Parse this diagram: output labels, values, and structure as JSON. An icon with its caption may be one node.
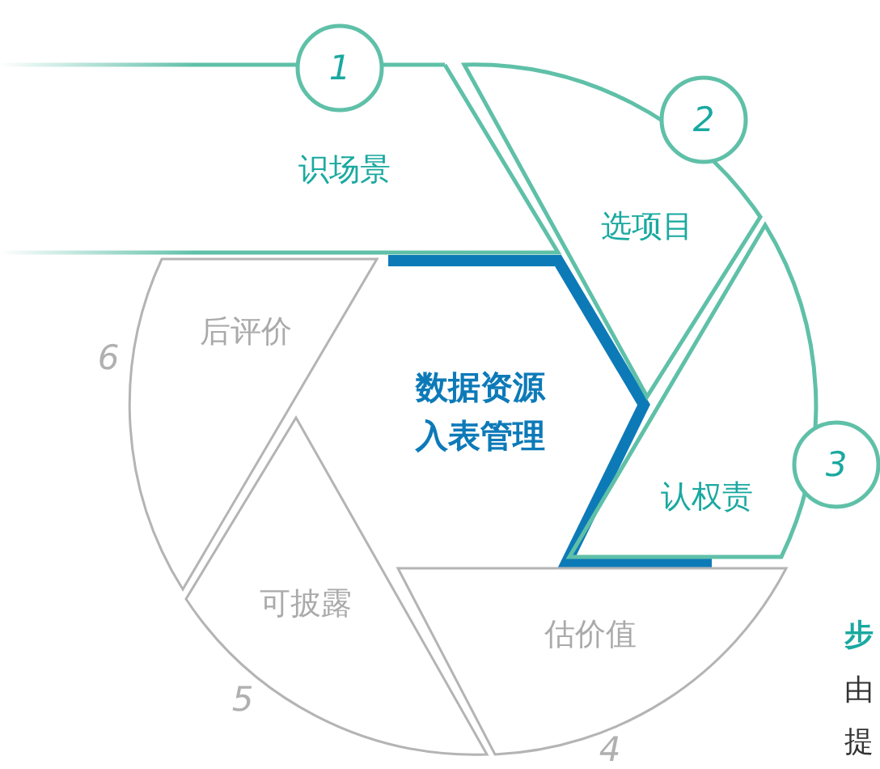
{
  "diagram": {
    "nodes": [
      {
        "text": [
          "数据资源入表管理"
        ]
      },
      {
        "text": [
          "识场景"
        ]
      },
      {
        "text": [
          "选项目"
        ]
      },
      {
        "text": [
          "认权责"
        ]
      },
      {
        "text": [
          "估价值"
        ]
      },
      {
        "text": [
          "可披露"
        ]
      },
      {
        "text": [
          "后评价"
        ]
      },
      {
        "text": [
          "1"
        ]
      },
      {
        "text": [
          "2"
        ]
      },
      {
        "text": [
          "3"
        ]
      }
    ],
    "labels": [
      "6",
      "步",
      "由",
      "5",
      "提",
      "4"
    ]
  }
}
